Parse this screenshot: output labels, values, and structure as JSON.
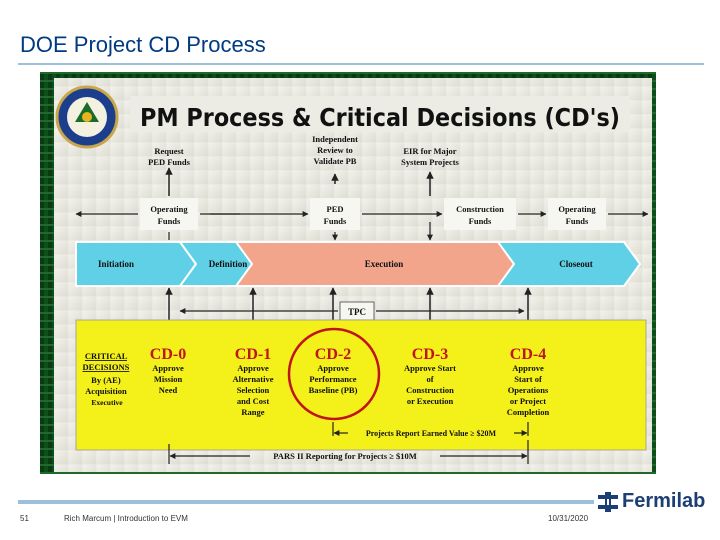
{
  "slide": {
    "title": "DOE Project CD Process",
    "page_number": "51",
    "presenter": "Rich Marcum | Introduction to EVM",
    "date": "10/31/2020",
    "brand": "Fermilab"
  },
  "diagram": {
    "banner": "PM Process & Critical Decisions (CD's)",
    "seal_icon": "doe-seal-icon",
    "top_notes": {
      "request_ped": [
        "Request",
        "PED Funds"
      ],
      "independent_review": [
        "Independent",
        "Review to",
        "Validate PB"
      ],
      "eir": [
        "EIR for Major",
        "System Projects"
      ]
    },
    "funds": {
      "operating_left": [
        "Operating",
        "Funds"
      ],
      "ped": [
        "PED",
        "Funds"
      ],
      "construction": [
        "Construction",
        "Funds"
      ],
      "operating_right": [
        "Operating",
        "Funds"
      ]
    },
    "phases": [
      "Initiation",
      "Definition",
      "Execution",
      "Closeout"
    ],
    "tpc": "TPC",
    "critical_label": [
      "CRITICAL",
      "DECISIONS",
      "By (AE)",
      "Acquisition",
      "Executive"
    ],
    "cds": [
      {
        "id": "CD-0",
        "desc": [
          "Approve",
          "Mission",
          "Need"
        ]
      },
      {
        "id": "CD-1",
        "desc": [
          "Approve",
          "Alternative",
          "Selection",
          "and Cost",
          "Range"
        ]
      },
      {
        "id": "CD-2",
        "desc": [
          "Approve",
          "Performance",
          "Baseline (PB)"
        ]
      },
      {
        "id": "CD-3",
        "desc": [
          "Approve Start",
          "of",
          "Construction",
          "or Execution"
        ]
      },
      {
        "id": "CD-4",
        "desc": [
          "Approve",
          "Start of",
          "Operations",
          "or Project",
          "Completion"
        ]
      }
    ],
    "report_ev": "Projects Report Earned Value ≥ $20M",
    "pars": "PARS II Reporting for Projects ≥ $10M"
  },
  "colors": {
    "title_blue": "#003a80",
    "rule_blue": "#9cc0d9",
    "banner_bg": "#e8e8e0",
    "phase_cyan": "#5fd0e6",
    "execution_salmon": "#f3a58c",
    "cd_yellow": "#f4f01a",
    "cd_red": "#c0141c",
    "dark_green": "#0d4d18"
  }
}
